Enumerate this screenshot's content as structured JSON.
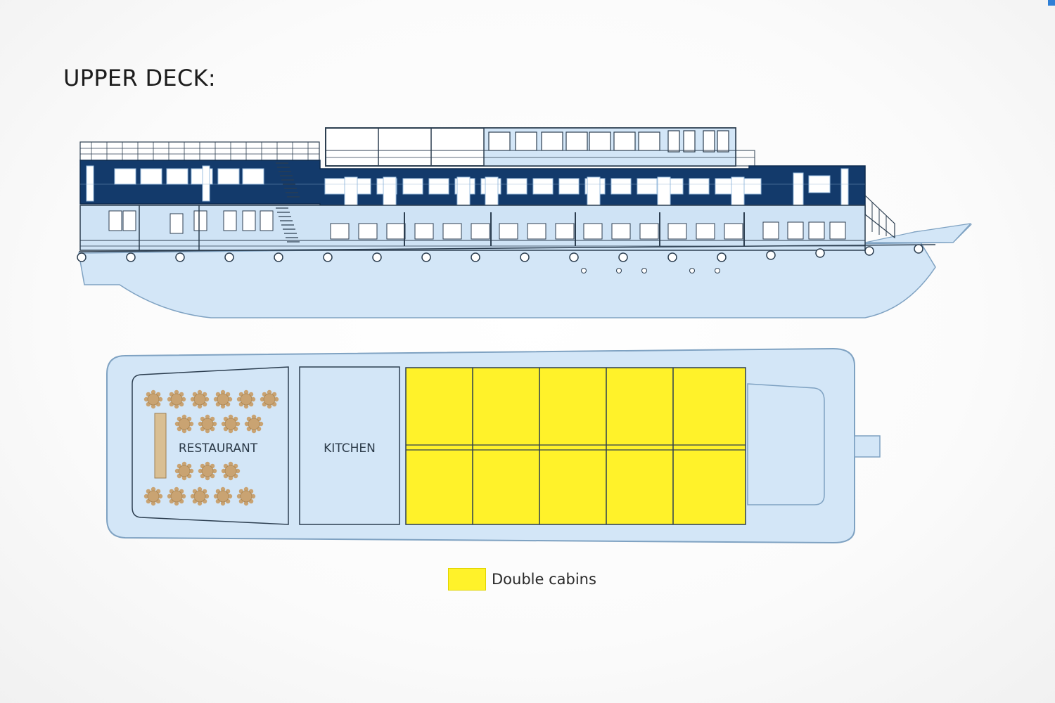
{
  "title": "UPPER DECK:",
  "rooms": {
    "restaurant": "RESTAURANT",
    "kitchen": "KITCHEN"
  },
  "legend": {
    "label": "Double cabins",
    "color": "#fff22a"
  },
  "colors": {
    "hull": "#d3e6f7",
    "navy": "#133a6b",
    "outline": "#2c3e50",
    "cabin": "#fff22a",
    "table": "#c9a372"
  }
}
